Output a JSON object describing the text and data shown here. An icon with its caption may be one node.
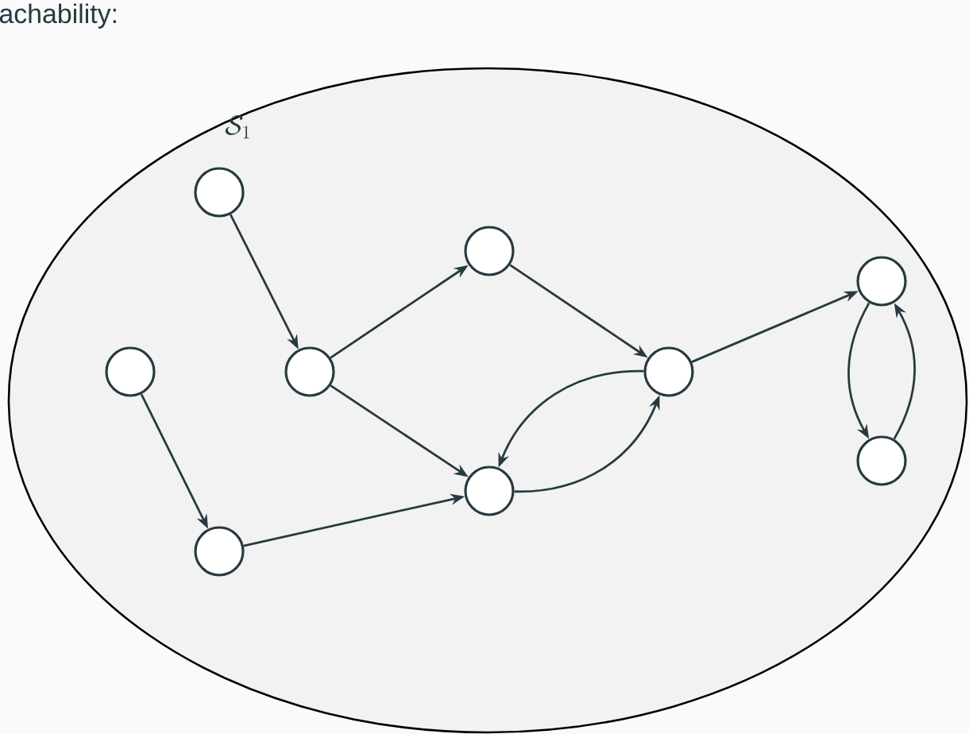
{
  "diagram": {
    "nodes": [
      {
        "text": [
          "\\mathcal{S}_1"
        ]
      },
      {
        "text": [],
        "shape": "circle",
        "in": 0
      },
      {
        "text": [],
        "shape": "circle",
        "in": 0
      },
      {
        "text": [],
        "shape": "circle",
        "in": 0
      },
      {
        "text": [],
        "shape": "circle",
        "in": 0
      },
      {
        "text": [],
        "shape": "circle",
        "in": 0
      },
      {
        "text": [],
        "shape": "circle",
        "in": 0
      },
      {
        "text": [],
        "shape": "circle",
        "in": 0
      },
      {
        "text": [],
        "shape": "circle",
        "in": 0
      },
      {
        "text": [],
        "shape": "circle",
        "in": 0
      }
    ],
    "edges": [
      {
        "from": 1,
        "to": 5,
        "arrow": "to"
      },
      {
        "from": 5,
        "to": 2,
        "arrow": "to"
      },
      {
        "from": 5,
        "to": 8,
        "arrow": "to"
      },
      {
        "from": 2,
        "to": 6,
        "arrow": "to"
      },
      {
        "from": 6,
        "to": 8,
        "arrow": "to"
      },
      {
        "from": 8,
        "to": 6,
        "arrow": "to"
      },
      {
        "from": 4,
        "to": 9,
        "arrow": "to"
      },
      {
        "from": 9,
        "to": 8,
        "arrow": "to"
      },
      {
        "from": 6,
        "to": 3,
        "arrow": "to"
      },
      {
        "from": 3,
        "to": 7,
        "arrow": "to"
      },
      {
        "from": 7,
        "to": 3,
        "arrow": "to"
      }
    ],
    "labels": [
      "achability:"
    ]
  }
}
